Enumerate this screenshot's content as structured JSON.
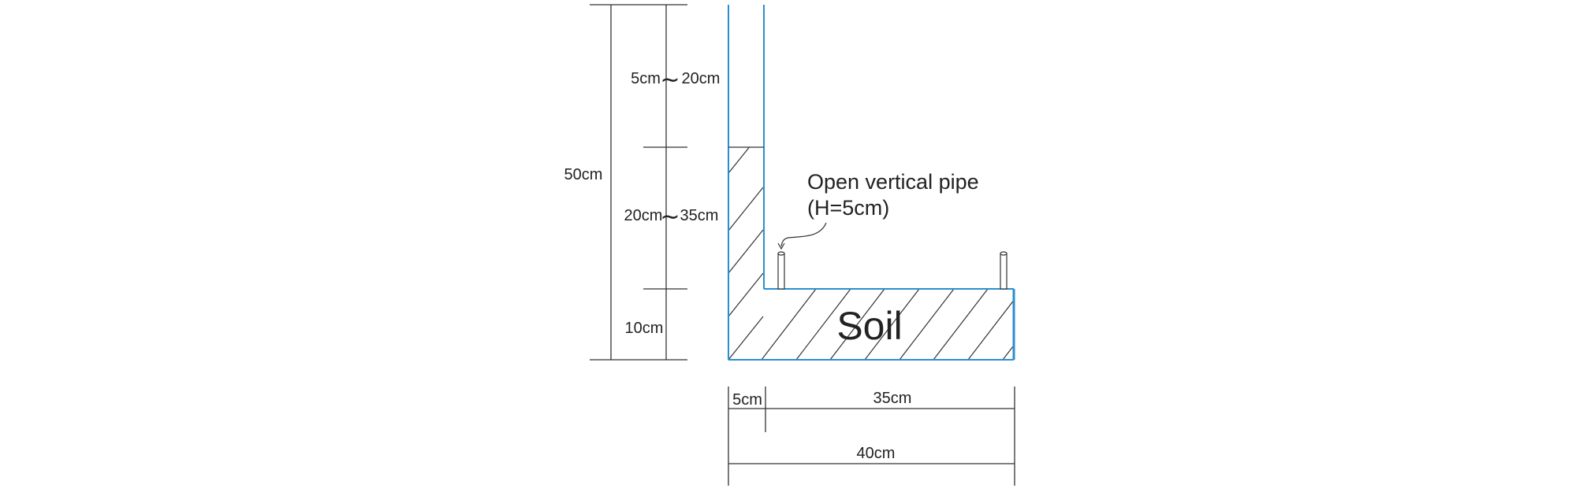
{
  "diagram": {
    "colors": {
      "wall": "#2a8fd0",
      "line": "#333333",
      "text": "#222222"
    },
    "vertical_dims": {
      "total": "50cm",
      "top_min": "5cm",
      "top_max": "20cm",
      "mid_min": "20cm",
      "mid_max": "35cm",
      "bottom": "10cm",
      "tilde": "∼"
    },
    "horizontal_dims": {
      "left": "5cm",
      "right": "35cm",
      "total": "40cm"
    },
    "soil_label": "Soil",
    "pipe_label_line1": "Open vertical pipe",
    "pipe_label_line2": "(H=5cm)"
  }
}
